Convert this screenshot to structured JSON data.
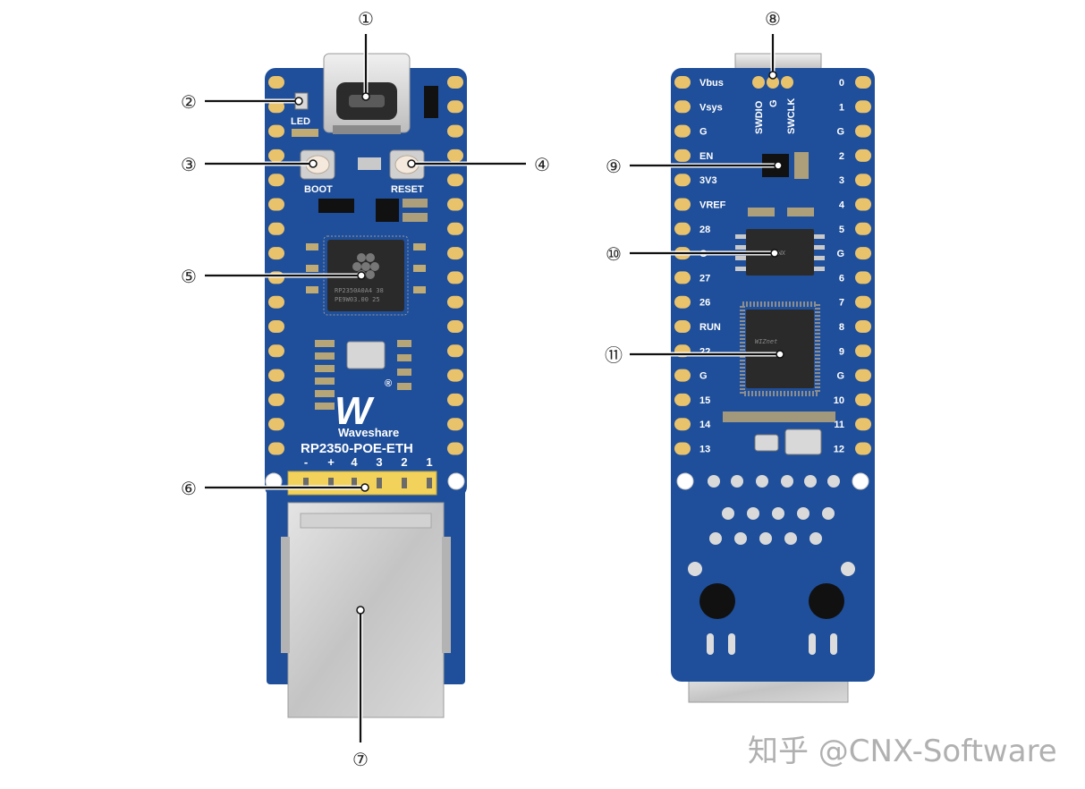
{
  "colors": {
    "pcb": "#1f4f9a",
    "pcb_dark": "#173e7c",
    "pad_gold": "#e9c26c",
    "metal": "#c9c9c9",
    "chip": "#2a2a2a",
    "header_yellow": "#f2d25a"
  },
  "callouts": [
    {
      "id": "1",
      "label": "①"
    },
    {
      "id": "2",
      "label": "②"
    },
    {
      "id": "3",
      "label": "③"
    },
    {
      "id": "4",
      "label": "④"
    },
    {
      "id": "5",
      "label": "⑤"
    },
    {
      "id": "6",
      "label": "⑥"
    },
    {
      "id": "7",
      "label": "⑦"
    },
    {
      "id": "8",
      "label": "⑧"
    },
    {
      "id": "9",
      "label": "⑨"
    },
    {
      "id": "10",
      "label": "⑩"
    },
    {
      "id": "11",
      "label": "⑪"
    }
  ],
  "front": {
    "led_label": "LED",
    "boot_label": "BOOT",
    "reset_label": "RESET",
    "brand": "Waveshare",
    "model": "RP2350-POE-ETH",
    "header_labels": [
      "-",
      "+",
      "4",
      "3",
      "2",
      "1"
    ],
    "mcu_marking_1": "RP2350A0A4 38",
    "mcu_marking_2": "PE9W03.00  25",
    "logo_mark": "W",
    "registered": "®"
  },
  "back": {
    "swd_labels": [
      "SWDIO",
      "G",
      "SWCLK"
    ],
    "left_pins": [
      "Vbus",
      "Vsys",
      "G",
      "EN",
      "3V3",
      "VREF",
      "28",
      "G",
      "27",
      "26",
      "RUN",
      "22",
      "G",
      "15",
      "14",
      "13"
    ],
    "right_pins": [
      "0",
      "1",
      "G",
      "2",
      "3",
      "4",
      "5",
      "G",
      "6",
      "7",
      "8",
      "9",
      "G",
      "10",
      "11",
      "12"
    ],
    "flash_marking": "XMC",
    "eth_marking": "WIZnet"
  },
  "watermark": "知乎 @CNX-Software"
}
